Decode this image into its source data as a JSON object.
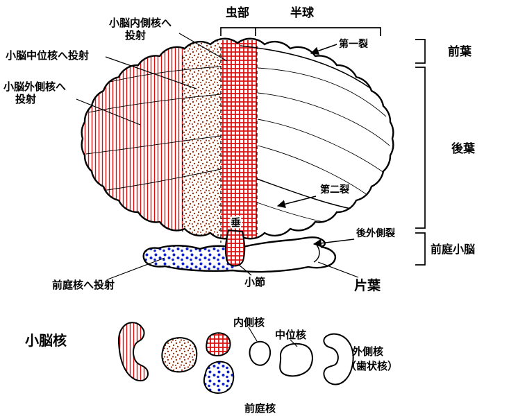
{
  "colors": {
    "red": "#dd1111",
    "brown_dot": "#993311",
    "blue_dot": "#1122cc",
    "outline": "#000000",
    "background": "#ffffff"
  },
  "header": {
    "vermis": "虫部",
    "hemisphere": "半球"
  },
  "projections": {
    "medial_line1": "小脳内側核へ",
    "medial_line2": "投射",
    "interposed": "小脳中位核へ投射",
    "lateral_line1": "小脳外側核へ",
    "lateral_line2": "投射",
    "vestibular": "前庭核へ投射"
  },
  "fissures": {
    "primary": "第一裂",
    "secondary": "第二裂",
    "posterolateral": "後外側裂"
  },
  "lobes": {
    "anterior": "前葉",
    "posterior": "後葉",
    "vestibulocerebellum": "前庭小脳",
    "flocculus": "片葉"
  },
  "parts": {
    "uvula": "垂",
    "nodulus": "小節"
  },
  "nuclei": {
    "title": "小脳核",
    "medial": "内側核",
    "interposed": "中位核",
    "lateral": "外側核",
    "lateral_alt": "（歯状核）",
    "vestibular": "前庭核"
  }
}
